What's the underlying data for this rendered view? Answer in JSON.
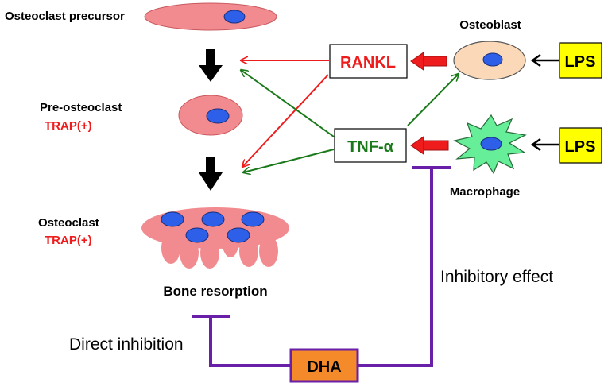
{
  "cells": {
    "precursor": "Osteoclast precursor",
    "pre_osteoclast": "Pre-osteoclast",
    "pre_osteoclast_trap": "TRAP(+)",
    "osteoclast": "Osteoclast",
    "osteoclast_trap": "TRAP(+)",
    "osteoblast": "Osteoblast",
    "macrophage": "Macrophage"
  },
  "factors": {
    "rankl": "RANKL",
    "tnf": "TNF-α",
    "lps_top": "LPS",
    "lps_bottom": "LPS",
    "dha": "DHA"
  },
  "outcomes": {
    "bone_resorption": "Bone resorption",
    "direct_inhibition": "Direct inhibition",
    "inhibitory_effect": "Inhibitory effect"
  },
  "colors": {
    "cell_fill": "#f28b8f",
    "nucleus": "#2e5fe8",
    "rankl": "#ee1c1c",
    "tnf": "#1a7a1a",
    "lps_fill": "#ffff00",
    "dha_fill": "#f58a2a",
    "inhibit_line": "#6a1fa8",
    "osteoblast_fill": "#fbd9b8",
    "macrophage_fill": "#66ee99"
  }
}
